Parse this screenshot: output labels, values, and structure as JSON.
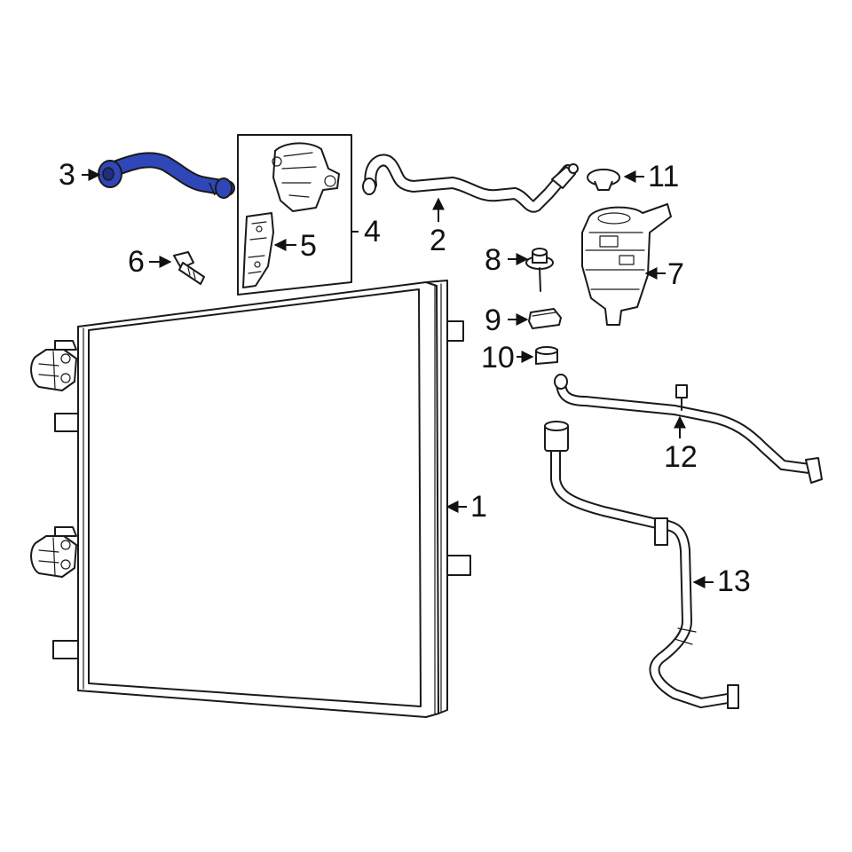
{
  "colors": {
    "highlight": "#2f47b8",
    "line": "#1a1a1a",
    "background": "#ffffff"
  },
  "callouts": [
    {
      "id": "1",
      "label": "1"
    },
    {
      "id": "2",
      "label": "2"
    },
    {
      "id": "3",
      "label": "3"
    },
    {
      "id": "4",
      "label": "4"
    },
    {
      "id": "5",
      "label": "5"
    },
    {
      "id": "6",
      "label": "6"
    },
    {
      "id": "7",
      "label": "7"
    },
    {
      "id": "8",
      "label": "8"
    },
    {
      "id": "9",
      "label": "9"
    },
    {
      "id": "10",
      "label": "10"
    },
    {
      "id": "11",
      "label": "11"
    },
    {
      "id": "12",
      "label": "12"
    },
    {
      "id": "13",
      "label": "13"
    }
  ],
  "highlighted_part": "3"
}
